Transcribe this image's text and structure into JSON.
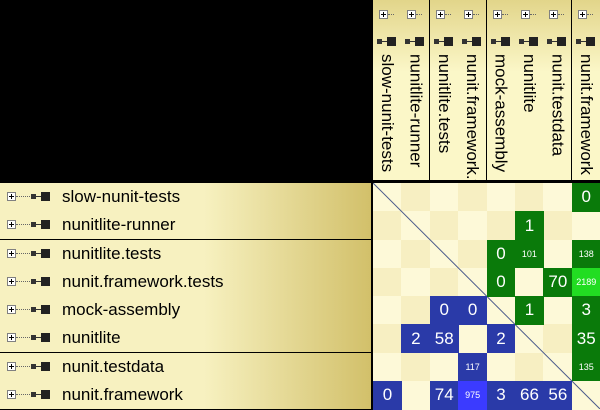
{
  "colors": {
    "header_bg_light": "#fbf7c8",
    "header_bg_dark": "#e2d58a",
    "row_bg_light": "#f7f1c0",
    "row_bg_dark": "#d2c06a",
    "matrix_bg": "#fdf9d8",
    "matrix_alt": "#f7efc2",
    "green": "#0a7a0a",
    "bright_green": "#22dd22",
    "blue": "#2a3aa8",
    "bright_blue": "#3b3bff"
  },
  "columns": [
    {
      "label": "slow-nunit-tests"
    },
    {
      "label": "nunitlite-runner"
    },
    {
      "label": "nunitlite.tests"
    },
    {
      "label": "nunit.framework.tests"
    },
    {
      "label": "mock-assembly"
    },
    {
      "label": "nunitlite"
    },
    {
      "label": "nunit.testdata"
    },
    {
      "label": "nunit.framework"
    }
  ],
  "rows": [
    {
      "label": "slow-nunit-tests"
    },
    {
      "label": "nunitlite-runner"
    },
    {
      "label": "nunitlite.tests"
    },
    {
      "label": "nunit.framework.tests"
    },
    {
      "label": "mock-assembly"
    },
    {
      "label": "nunitlite"
    },
    {
      "label": "nunit.testdata"
    },
    {
      "label": "nunit.framework"
    }
  ],
  "cells": [
    {
      "row": 0,
      "col": 7,
      "value": "0",
      "color": "green",
      "size": "big"
    },
    {
      "row": 1,
      "col": 5,
      "value": "1",
      "color": "green",
      "size": "big"
    },
    {
      "row": 2,
      "col": 4,
      "value": "0",
      "color": "green",
      "size": "big"
    },
    {
      "row": 2,
      "col": 5,
      "value": "101",
      "color": "green",
      "size": "small"
    },
    {
      "row": 2,
      "col": 7,
      "value": "138",
      "color": "green",
      "size": "small"
    },
    {
      "row": 3,
      "col": 4,
      "value": "0",
      "color": "green",
      "size": "big"
    },
    {
      "row": 3,
      "col": 6,
      "value": "70",
      "color": "green",
      "size": "big"
    },
    {
      "row": 3,
      "col": 7,
      "value": "2189",
      "color": "bright_green",
      "size": "small"
    },
    {
      "row": 4,
      "col": 2,
      "value": "0",
      "color": "blue",
      "size": "big"
    },
    {
      "row": 4,
      "col": 3,
      "value": "0",
      "color": "blue",
      "size": "big"
    },
    {
      "row": 4,
      "col": 5,
      "value": "1",
      "color": "green",
      "size": "big"
    },
    {
      "row": 4,
      "col": 7,
      "value": "3",
      "color": "green",
      "size": "big"
    },
    {
      "row": 5,
      "col": 1,
      "value": "2",
      "color": "blue",
      "size": "big"
    },
    {
      "row": 5,
      "col": 2,
      "value": "58",
      "color": "blue",
      "size": "big"
    },
    {
      "row": 5,
      "col": 4,
      "value": "2",
      "color": "blue",
      "size": "big"
    },
    {
      "row": 5,
      "col": 7,
      "value": "35",
      "color": "green",
      "size": "big"
    },
    {
      "row": 6,
      "col": 3,
      "value": "117",
      "color": "blue",
      "size": "small"
    },
    {
      "row": 6,
      "col": 7,
      "value": "135",
      "color": "green",
      "size": "small"
    },
    {
      "row": 7,
      "col": 0,
      "value": "0",
      "color": "blue",
      "size": "big"
    },
    {
      "row": 7,
      "col": 2,
      "value": "74",
      "color": "blue",
      "size": "big"
    },
    {
      "row": 7,
      "col": 3,
      "value": "975",
      "color": "bright_blue",
      "size": "small"
    },
    {
      "row": 7,
      "col": 4,
      "value": "3",
      "color": "blue",
      "size": "big"
    },
    {
      "row": 7,
      "col": 5,
      "value": "66",
      "color": "blue",
      "size": "big"
    },
    {
      "row": 7,
      "col": 6,
      "value": "56",
      "color": "blue",
      "size": "big"
    }
  ]
}
